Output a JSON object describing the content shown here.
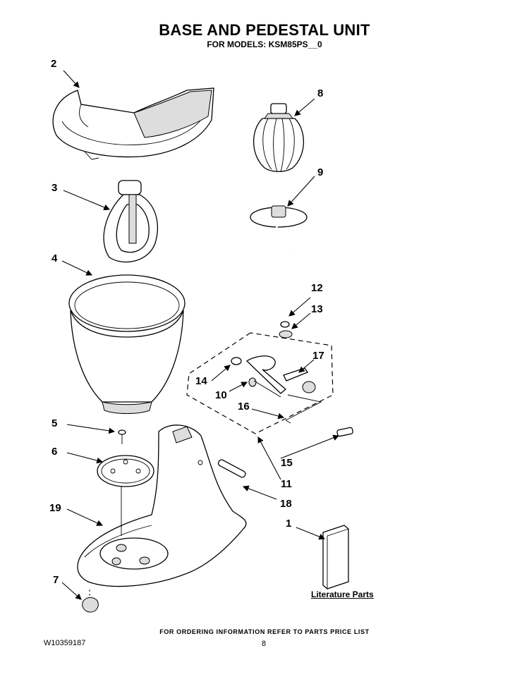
{
  "header": {
    "title": "BASE AND PEDESTAL UNIT",
    "subtitle": "FOR MODELS: KSM85PS__0"
  },
  "callouts": [
    "1",
    "2",
    "3",
    "4",
    "5",
    "6",
    "7",
    "8",
    "9",
    "10",
    "11",
    "12",
    "13",
    "14",
    "15",
    "16",
    "17",
    "18",
    "19"
  ],
  "literature_label": "Literature Parts",
  "footer": {
    "ordering_note": "FOR ORDERING INFORMATION REFER TO PARTS PRICE LIST",
    "document_number": "W10359187",
    "page_number": "8"
  }
}
